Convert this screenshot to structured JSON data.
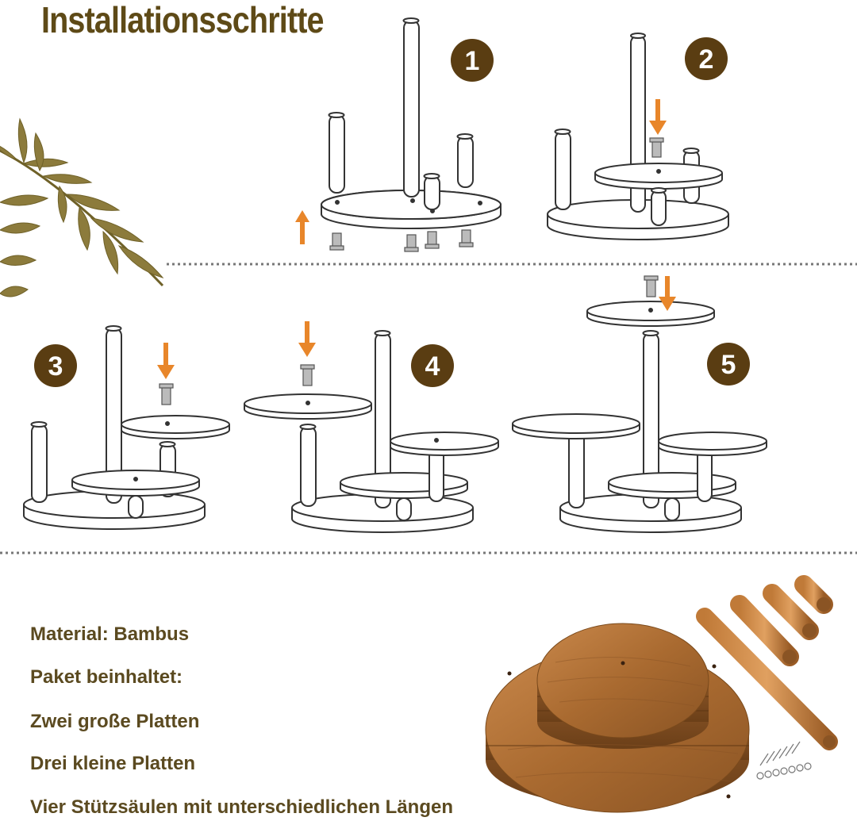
{
  "title": "Installationsschritte",
  "steps": [
    {
      "number": "1"
    },
    {
      "number": "2"
    },
    {
      "number": "3"
    },
    {
      "number": "4"
    },
    {
      "number": "5"
    }
  ],
  "specs": [
    "Material: Bambus",
    "Paket beinhaltet:",
    "Zwei große Platten",
    "Drei kleine Platten",
    "Vier Stützsäulen mit unterschiedlichen Längen"
  ],
  "colors": {
    "title": "#5e4a17",
    "badge": "#5a3d12",
    "arrow": "#e8862a",
    "wood_light": "#b9793a",
    "wood_dark": "#7a4a1c",
    "leaf": "#8a7a3a"
  }
}
